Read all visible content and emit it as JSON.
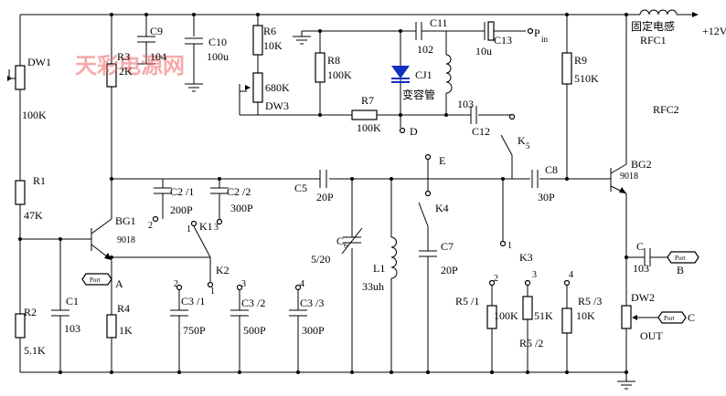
{
  "watermark": "天彩电源网",
  "supply": "+12V",
  "fixed_inductor_note": "固定电感",
  "rfc1": "RFC1",
  "rfc2": "RFC2",
  "dw1": "DW1",
  "dw1_val": "100K",
  "r1": "R1",
  "r1_val": "47K",
  "r2": "R2",
  "r2_val": "5.1K",
  "r3": "R3",
  "r3_val": "2K",
  "c9": "C9",
  "c9_val": "104",
  "c10": "C10",
  "c10_val": "100u",
  "r6": "R6",
  "r6_val": "10K",
  "dw3_val": "680K",
  "dw3": "DW3",
  "r8": "R8",
  "r8_val": "100K",
  "r7": "R7",
  "r7_val": "100K",
  "c11": "C11",
  "c11_val": "102",
  "c13": "C13",
  "c13_val": "10u",
  "pin": "P",
  "pin_sub": "in",
  "cj1": "CJ1",
  "cj1_note": "变容管",
  "node_d": "D",
  "node_e": "E",
  "c12": "C12",
  "c12_val": "103",
  "k5": "K",
  "k5_sub": "5",
  "r9": "R9",
  "r9_val": "510K",
  "bg2": "BG2",
  "bg2_type": "9018",
  "c8": "C8",
  "c8_val": "30P",
  "c5": "C5",
  "c5_val": "20P",
  "c2_1": "C2 /1",
  "c2_1_val": "200P",
  "c2_2": "C2 /2",
  "c2_2_val": "300P",
  "bg1": "BG1",
  "bg1_type": "9018",
  "k1": "K1",
  "k2": "K2",
  "k3": "K3",
  "k4": "K4",
  "c6": "C",
  "c6_sub": "6",
  "c6_val": "5/20",
  "l1": "L1",
  "l1_val": "33uh",
  "c7": "C7",
  "c7_val": "20P",
  "c1": "C1",
  "c1_val": "103",
  "r4": "R4",
  "r4_val": "1K",
  "c3_1": "C3 /1",
  "c3_1_val": "750P",
  "c3_2": "C3 /2",
  "c3_2_val": "500P",
  "c3_3": "C3 /3",
  "c3_3_val": "300P",
  "r5_1": "R5 /1",
  "r5_1_val": "100K",
  "r5_2": "R5 /2",
  "r5_2_val": "51K",
  "r5_3": "R5 /3",
  "r5_3_val": "10K",
  "c_out": "C",
  "c_out_val": "103",
  "dw2": "DW2",
  "out": "OUT",
  "port": "Port",
  "port_a": "A",
  "port_b": "B",
  "port_c": "C",
  "n1": "1",
  "n2": "2",
  "n3": "3",
  "n4": "4"
}
